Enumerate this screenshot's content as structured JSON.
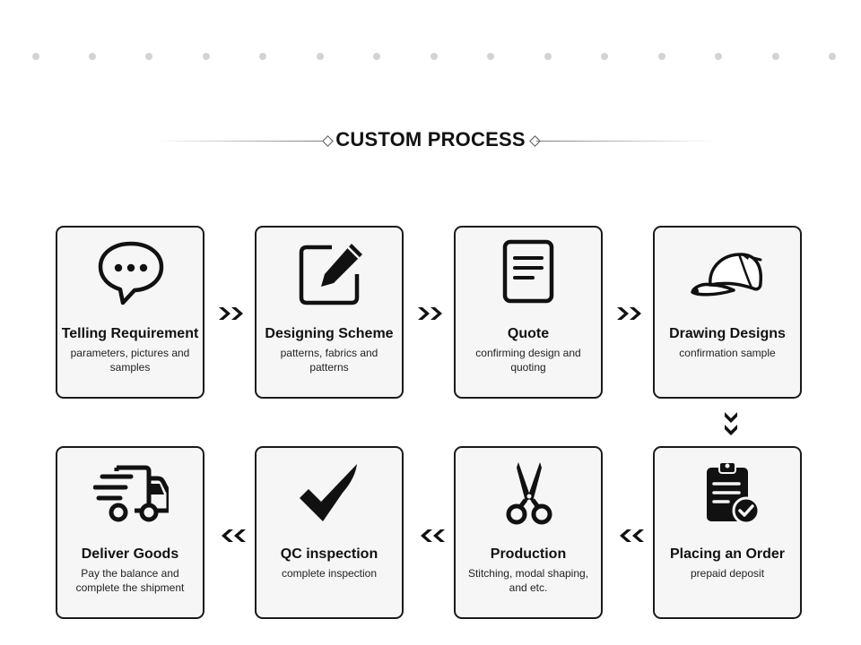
{
  "header": {
    "title": "CUSTOM PROCESS"
  },
  "steps": [
    {
      "label": "Telling Requirement",
      "desc": "parameters, pictures and samples",
      "icon": "chat-bubble-icon"
    },
    {
      "label": "Designing Scheme",
      "desc": "patterns, fabrics and patterns",
      "icon": "edit-pencil-icon"
    },
    {
      "label": "Quote",
      "desc": "confirming design and quoting",
      "icon": "document-icon"
    },
    {
      "label": "Drawing Designs",
      "desc": "confirmation sample",
      "icon": "cap-icon"
    },
    {
      "label": "Placing an Order",
      "desc": "prepaid deposit",
      "icon": "clipboard-check-icon"
    },
    {
      "label": "Production",
      "desc": "Stitching, modal shaping, and etc.",
      "icon": "scissors-icon"
    },
    {
      "label": "QC inspection",
      "desc": "complete inspection",
      "icon": "checkmark-icon"
    },
    {
      "label": "Deliver Goods",
      "desc": "Pay the balance and complete the shipment",
      "icon": "delivery-truck-icon"
    }
  ],
  "colors": {
    "card_border": "#1a1a1a",
    "card_bg": "#f6f6f6",
    "dot": "#d3d3d3",
    "text": "#111111"
  }
}
